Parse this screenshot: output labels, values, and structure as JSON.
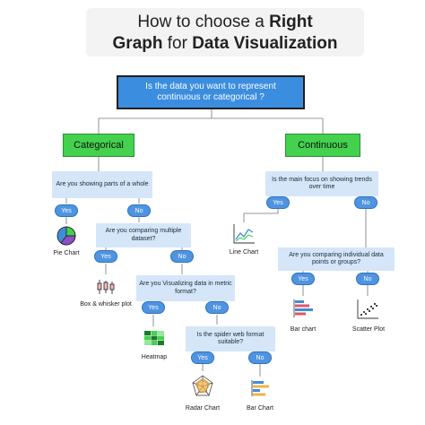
{
  "title": {
    "line1_regular": "How to choose a ",
    "line1_bold": "Right",
    "line2_bold_a": "Graph",
    "line2_regular": " for ",
    "line2_bold_b": "Data Visualization"
  },
  "root_question": "Is the data you want to represent continuous or categorical ?",
  "categorical": {
    "label": "Categorical",
    "q1": "Are you showing parts of a whole",
    "q2": "Are you comparing multiple dataset?",
    "q3": "Are you Visualizing data in metric format?",
    "q4": "Is the spider web format suitable?",
    "pie_label": "Pie Chart",
    "box_label": "Box & whisker plot",
    "heatmap_label": "Heatmap",
    "radar_label": "Radar Chart",
    "bar_label": "Bar Chart"
  },
  "continuous": {
    "label": "Continuous",
    "q1": "Is the main focus on showing trends over time",
    "q2": "Are you comparing individual data points or groups?",
    "line_label": "Line Chart",
    "bar_label": "Bar chart",
    "scatter_label": "Scatter Plot"
  },
  "yes": "Yes",
  "no": "No",
  "colors": {
    "question_blue": "#3b8de0",
    "category_green": "#43d14e",
    "question_light": "#d4e6f8",
    "pill_blue": "#4f94e0"
  }
}
